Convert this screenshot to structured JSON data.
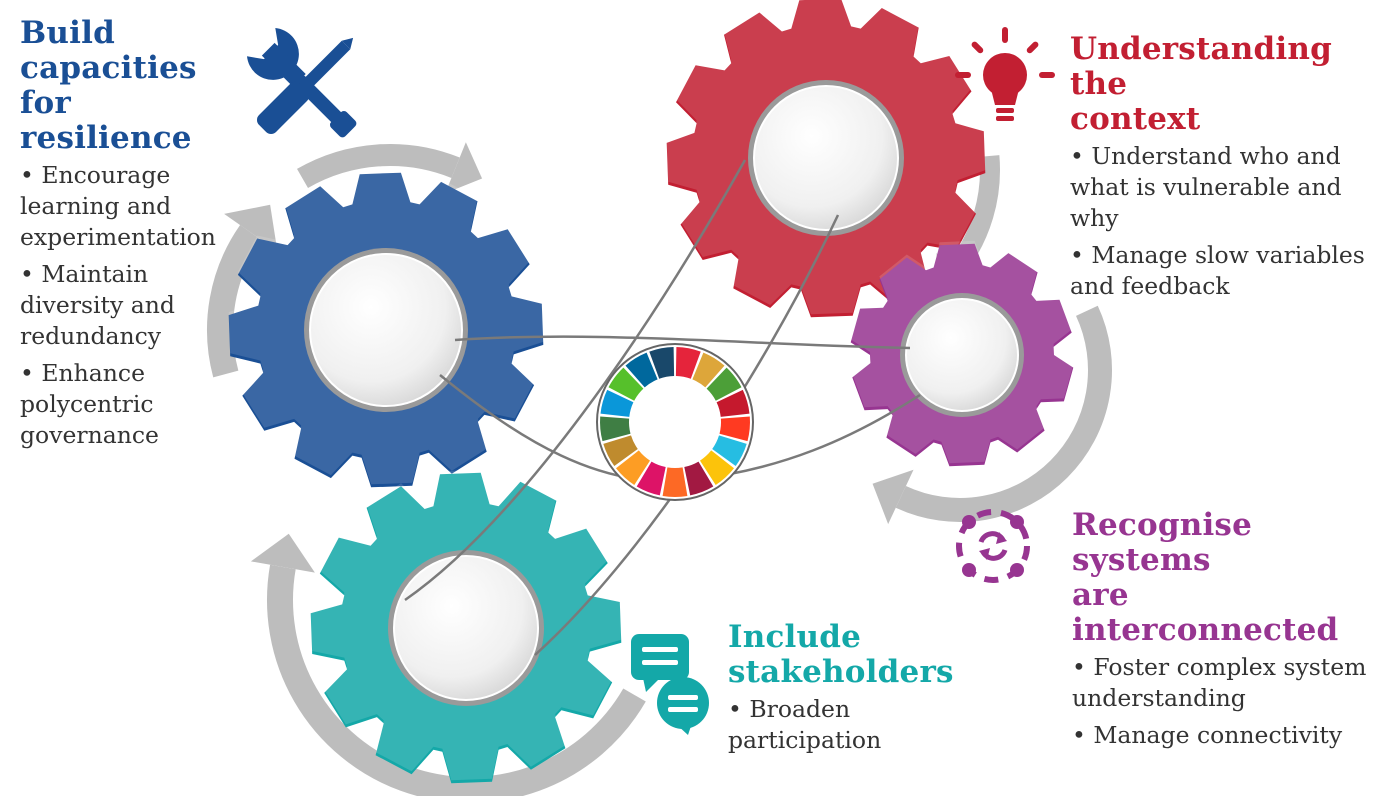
{
  "colors": {
    "blue": "#1a4f95",
    "red": "#c21f32",
    "purple": "#973591",
    "teal": "#14a8a8",
    "arrow_grey": "#bdbdbd",
    "text": "#333333"
  },
  "icons": {
    "build": "wrench-screwdriver-icon",
    "context": "lightbulb-icon",
    "systems": "circular-arrows-icon",
    "stakeholders": "speech-bubbles-icon",
    "center": "sdg-wheel-icon"
  },
  "sdg_wheel_colors": [
    "#e5243b",
    "#dda63a",
    "#4c9f38",
    "#c5192d",
    "#ff3a21",
    "#26bde2",
    "#fcc30b",
    "#a21942",
    "#fd6925",
    "#dd1367",
    "#fd9d24",
    "#bf8b2e",
    "#3f7e44",
    "#0a97d9",
    "#56c02b",
    "#00689d",
    "#19486a"
  ],
  "sections": {
    "build": {
      "title": [
        "Build",
        "capacities for",
        "resilience"
      ],
      "bullets": [
        "Encourage learning and experimentation",
        "Maintain diversity and redundancy",
        "Enhance polycentric governance"
      ]
    },
    "context": {
      "title": [
        "Understanding the",
        "context"
      ],
      "bullets": [
        "Understand who and what is vulnerable and why",
        "Manage slow variables and feedback"
      ]
    },
    "systems": {
      "title": [
        "Recognise systems",
        "are interconnected"
      ],
      "bullets": [
        "Foster complex system understanding",
        "Manage connectivity"
      ]
    },
    "stakeholders": {
      "title": [
        "Include",
        "stakeholders"
      ],
      "bullets": [
        "Broaden participation"
      ]
    }
  }
}
